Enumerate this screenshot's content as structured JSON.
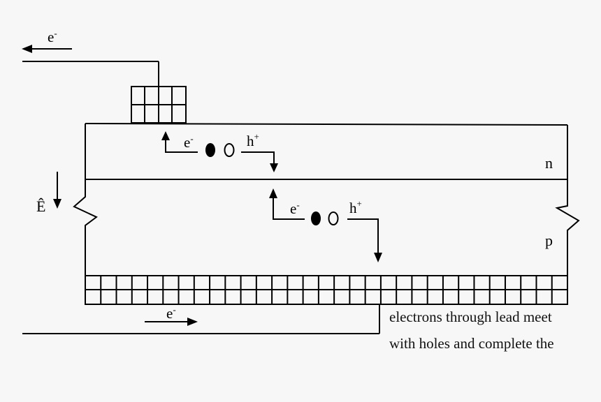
{
  "labels": {
    "electron": "e",
    "minus": "-",
    "hole": "h",
    "plus": "+",
    "field": "Ê",
    "n_layer": "n",
    "p_layer": "p"
  },
  "caption": {
    "line1": "electrons through lead meet",
    "line2": "with holes and complete the"
  },
  "colors": {
    "background": "#f7f7f7",
    "stroke": "#000000"
  }
}
